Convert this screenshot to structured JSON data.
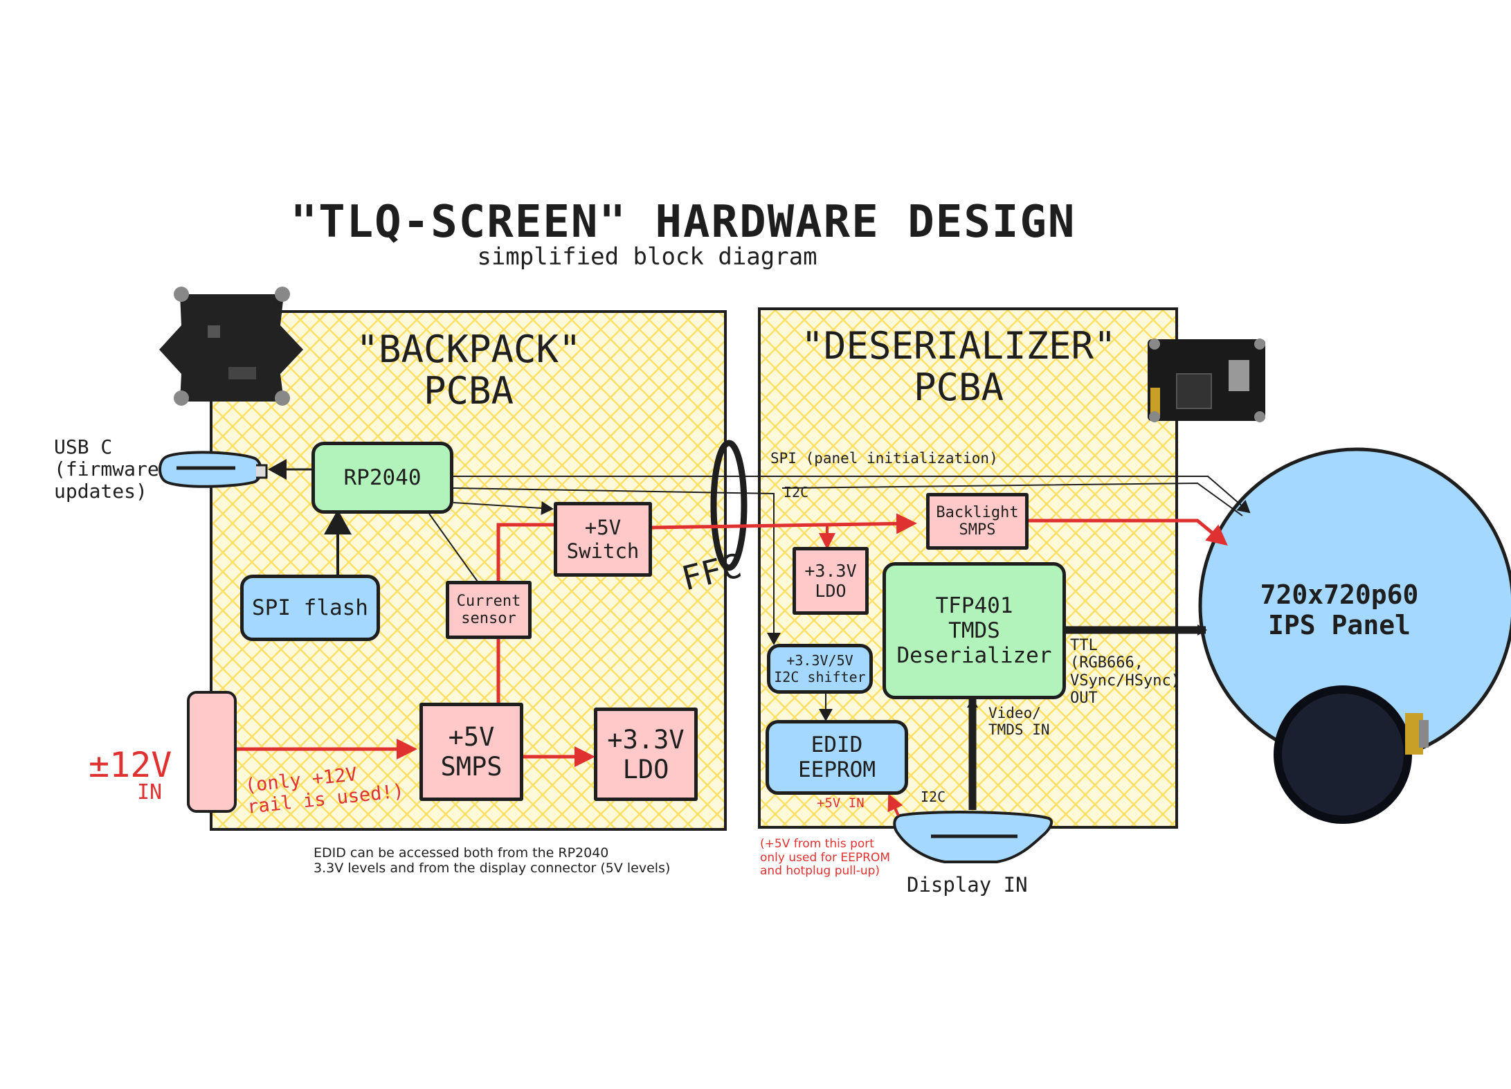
{
  "title": "\"TLQ-SCREEN\" HARDWARE DESIGN",
  "subtitle": "simplified block diagram",
  "panels": {
    "backpack": [
      "\"BACKPACK\"",
      "PCBA"
    ],
    "deserializer": [
      "\"DESERIALIZER\"",
      "PCBA"
    ]
  },
  "blocks": {
    "rp2040": [
      "RP2040"
    ],
    "spi_flash": [
      "SPI flash"
    ],
    "current_sensor": [
      "Current",
      "sensor"
    ],
    "switch_5v": [
      "+5V",
      "Switch"
    ],
    "smps_5v": [
      "+5V",
      "SMPS"
    ],
    "ldo_33_backpack": [
      "+3.3V",
      "LDO"
    ],
    "ldo_33_deser": [
      "+3.3V",
      "LDO"
    ],
    "backlight_smps": [
      "Backlight",
      "SMPS"
    ],
    "tfp401": [
      "TFP401",
      "TMDS",
      "Deserializer"
    ],
    "i2c_shifter": [
      "+3.3V/5V",
      "I2C shifter"
    ],
    "edid_eeprom": [
      "EDID",
      "EEPROM"
    ],
    "ips_panel": [
      "720x720p60",
      "IPS Panel"
    ]
  },
  "labels": {
    "usb_c": [
      "USB C",
      "(firmware",
      "updates)"
    ],
    "power_in": [
      "±12V",
      "IN"
    ],
    "power_note": [
      "(only +12V",
      "rail is used!)"
    ],
    "spi_panel_init": "SPI (panel initialization)",
    "i2c_top": "I2C",
    "ffc": "FFC",
    "ttl_out": [
      "TTL",
      "(RGB666,",
      "VSync/HSync)",
      "OUT"
    ],
    "video_in": [
      "Video/",
      "TMDS IN"
    ],
    "i2c_bottom": "I2C",
    "plus5v_in": "+5V IN",
    "display_in": "Display IN",
    "edid_note": [
      "EDID can be accessed both from the RP2040",
      "3.3V levels and from the display connector (5V levels)"
    ],
    "port_note": [
      "(+5V from this port",
      "only used for EEPROM",
      "and hotplug pull-up)"
    ]
  },
  "colors": {
    "processor": "#b2f2bb",
    "power": "#ffc9c9",
    "peripheral": "#a5d8ff",
    "panel_fill": "#fff9db",
    "hatch": "#ffe066",
    "power_line": "#e03131",
    "stroke": "#1e1e1e"
  },
  "photos": {
    "backpack_board": "pcb-photo-backpack",
    "deserializer_board": "pcb-photo-deserializer",
    "round_display": "round-display-photo"
  }
}
